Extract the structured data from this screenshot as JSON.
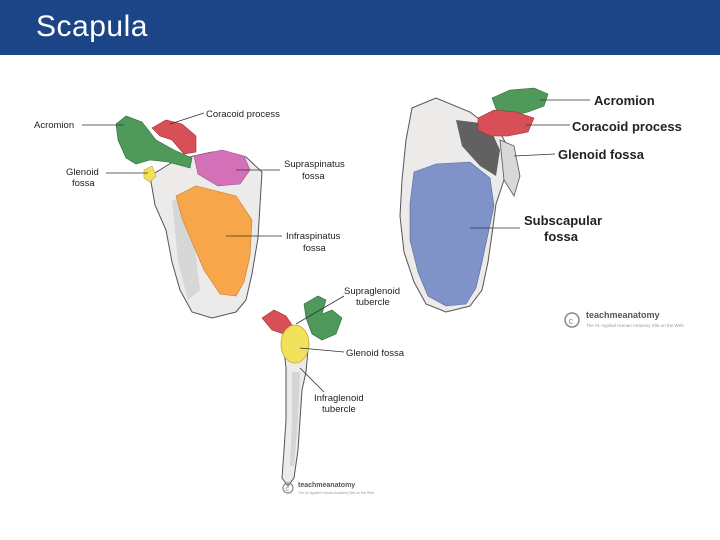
{
  "title": "Scapula",
  "colors": {
    "header": "#1b4587",
    "acromion": "#4f9a5a",
    "coracoid": "#d94f58",
    "supraspinatus": "#d370b8",
    "infraspinatus": "#f7a64a",
    "subscapular": "#7f93c9",
    "glenoid": "#f2e15a",
    "bone": "#ecebea"
  },
  "posterior": {
    "acromion": "Acromion",
    "coracoid": "Coracoid process",
    "glenoid": [
      "Glenoid",
      "fossa"
    ],
    "supraspinatus": [
      "Supraspinatus",
      "fossa"
    ],
    "infraspinatus": [
      "Infraspinatus",
      "fossa"
    ]
  },
  "anterior": {
    "acromion": "Acromion",
    "coracoid": "Coracoid process",
    "glenoid": "Glenoid fossa",
    "subscapular": [
      "Subscapular",
      "fossa"
    ],
    "watermark": "teachmeanatomy",
    "watermark_sub": "The #1 Applied Human Anatomy Site on the Web"
  },
  "lateral": {
    "supraglenoid": [
      "Supraglenoid",
      "tubercle"
    ],
    "glenoid": "Glenoid fossa",
    "infraglenoid": [
      "Infraglenoid",
      "tubercle"
    ],
    "watermark": "teachmeanatomy",
    "watermark_sub": "The #1 Applied Human Anatomy Site on the Web"
  }
}
